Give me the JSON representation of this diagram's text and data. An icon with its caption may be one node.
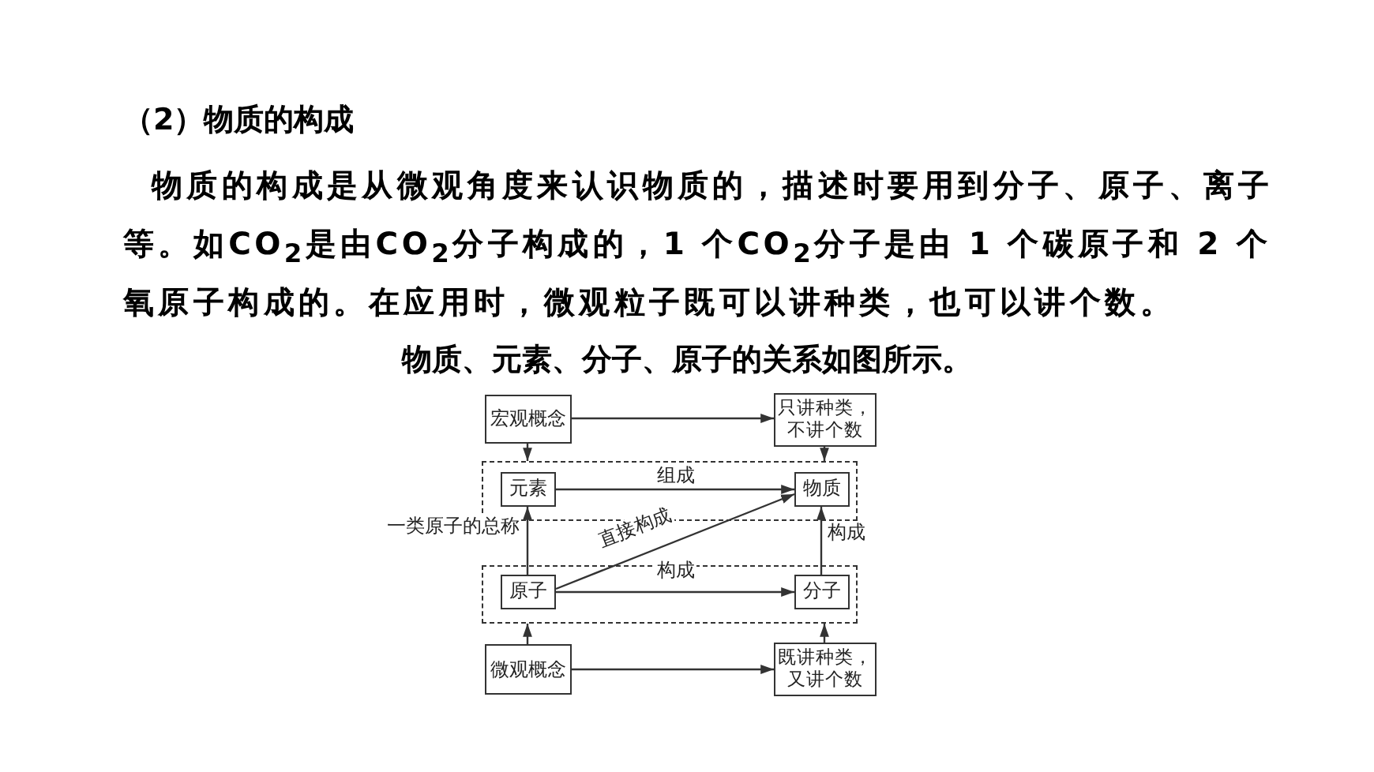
{
  "diagram": {
    "title": "（2）物质的构成",
    "caption": "物质、元素、分子、原子的关系如图所示。",
    "labels": [
      "物质的构成是从微观角度来认识物质的，描述时要用到分子、原子、离子等。如CO$_{2}$是由CO$_{2}$分子构成的，1 个CO$_{2}$分子是由 1 个碳原子和 2 个氧原子构成的。在应用时，微观粒子既可以讲种类，也可以讲个数。"
    ],
    "nodes": [
      {
        "text": [
          "宏观概念"
        ]
      },
      {
        "text": [
          "只讲种类，不讲个数"
        ]
      },
      {
        "text": [],
        "shape": "box"
      },
      {
        "text": [
          "元素"
        ],
        "in": 2
      },
      {
        "text": [
          "物质"
        ],
        "in": 2
      },
      {
        "text": [],
        "shape": "box"
      },
      {
        "text": [
          "原子"
        ],
        "in": 5
      },
      {
        "text": [
          "分子"
        ],
        "in": 5
      },
      {
        "text": [
          "微观概念"
        ]
      },
      {
        "text": [
          "既讲种类，又讲个数"
        ]
      }
    ],
    "edges": [
      {
        "from": 0,
        "to": 1,
        "arrow": "to"
      },
      {
        "from": 0,
        "to": 2,
        "arrow": "to"
      },
      {
        "from": 1,
        "to": 2,
        "arrow": "to"
      },
      {
        "from": 3,
        "to": 4,
        "arrow": "to",
        "label": "组成"
      },
      {
        "from": 6,
        "to": 3,
        "arrow": "to",
        "label": "一类原子的总称"
      },
      {
        "from": 6,
        "to": 4,
        "arrow": "to",
        "label": "直接构成"
      },
      {
        "from": 7,
        "to": 4,
        "arrow": "to",
        "label": "构成"
      },
      {
        "from": 6,
        "to": 7,
        "arrow": "to",
        "label": "构成"
      },
      {
        "from": 8,
        "to": 9,
        "arrow": "to"
      },
      {
        "from": 8,
        "to": 5,
        "arrow": "to"
      },
      {
        "from": 9,
        "to": 5,
        "arrow": "to"
      }
    ]
  }
}
